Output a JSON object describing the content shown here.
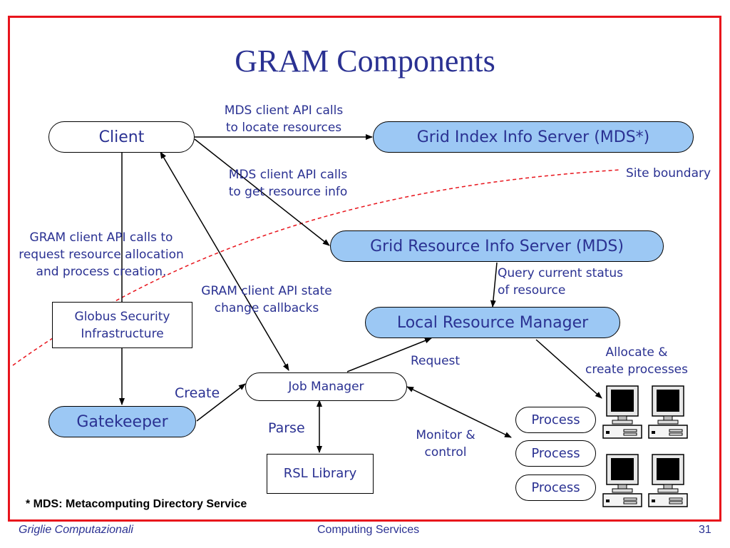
{
  "title": "GRAM Components",
  "nodes": {
    "client": "Client",
    "gris": "Grid Index Info Server (MDS*)",
    "grrs": "Grid Resource Info Server (MDS)",
    "lrm": "Local Resource Manager",
    "gatekeeper": "Gatekeeper",
    "job_manager": "Job Manager",
    "rsl_library": "RSL Library",
    "gsi_line1": "Globus Security",
    "gsi_line2": "Infrastructure",
    "process": [
      "Process",
      "Process",
      "Process"
    ]
  },
  "labels": {
    "locate_line1": "MDS client API calls",
    "locate_line2": "to locate resources",
    "info_line1": "MDS client API calls",
    "info_line2": "to get resource info",
    "site_boundary": "Site boundary",
    "gram_calls_line1": "GRAM client API calls to",
    "gram_calls_line2": "request resource allocation",
    "gram_calls_line3": "and process creation.",
    "callbacks_line1": "GRAM client API state",
    "callbacks_line2": "change callbacks",
    "query_line1": "Query current status",
    "query_line2": "of resource",
    "allocate_line1": "Allocate &",
    "allocate_line2": "create processes",
    "request": "Request",
    "create": "Create",
    "parse": "Parse",
    "monitor_line1": "Monitor &",
    "monitor_line2": "control"
  },
  "footnote": "* MDS: Metacomputing Directory Service",
  "footer": {
    "left": "Griglie Computazionali",
    "center": "Computing Services",
    "page": "31"
  },
  "colors": {
    "frame": "#e8141c",
    "title_text": "#2a3192",
    "node_fill": "#9cc8f4",
    "boundary_line": "#e8141c"
  }
}
